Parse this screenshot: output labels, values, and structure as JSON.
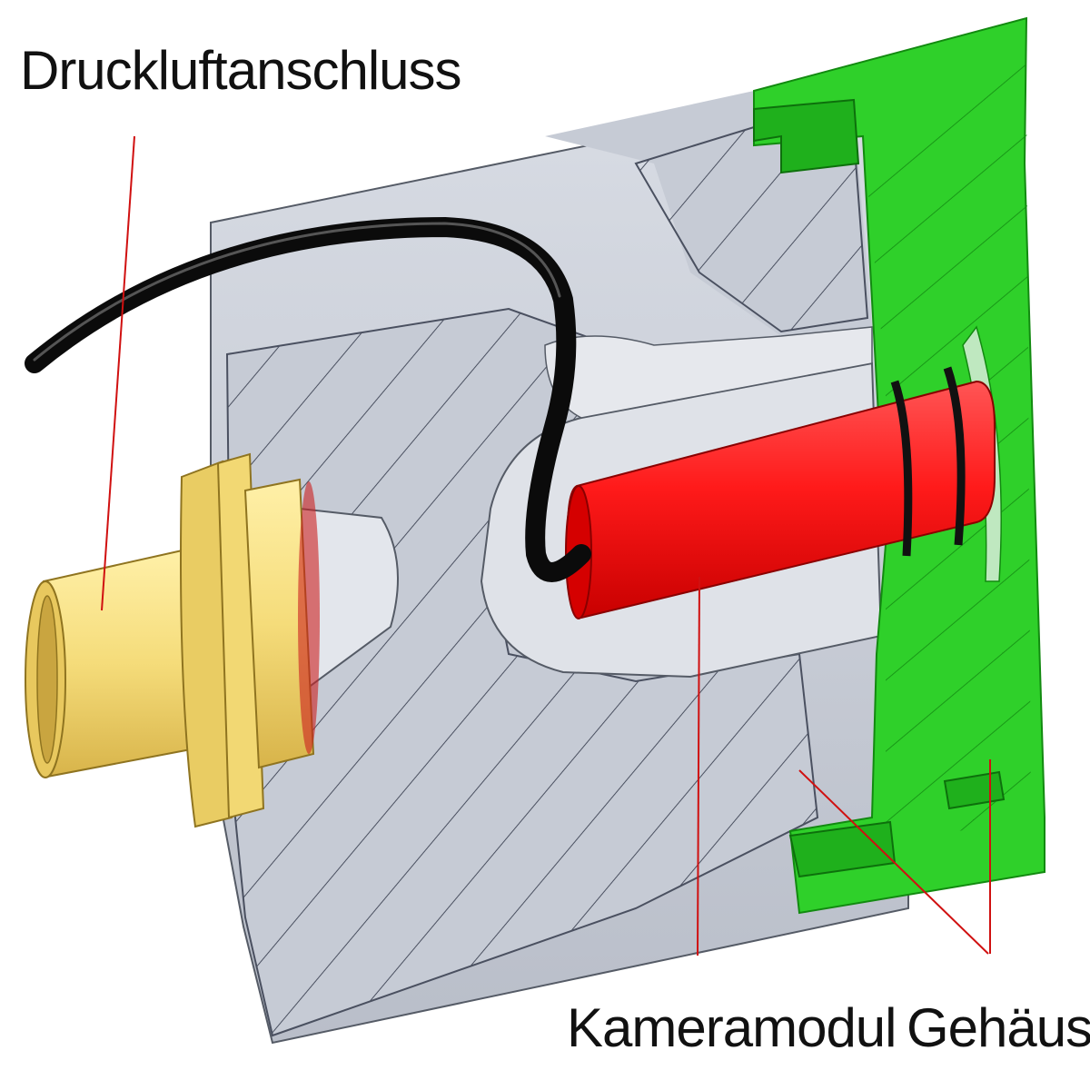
{
  "labels": {
    "compressed_air_connection": "Druckluftanschluss",
    "camera_module": "Kameramodul",
    "housing": "Gehäuse"
  },
  "colors": {
    "background": "#ffffff",
    "housing_gray": "#c3c8d2",
    "cover_green": "#2fd02a",
    "camera_red": "#ff1a1a",
    "fitting_yellow": "#f5dc7a",
    "cable_black": "#111111",
    "leader_line": "#d01010"
  }
}
